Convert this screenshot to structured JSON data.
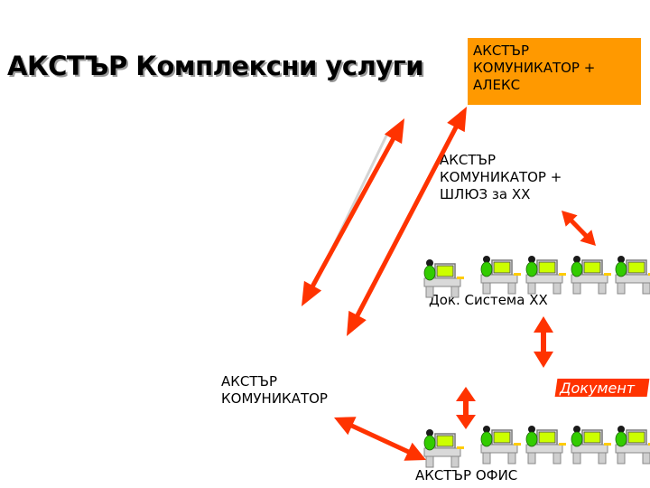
{
  "title": "АКСТЪР Комплексни услуги",
  "alex_box": [
    "АКСТЪР",
    "КОМУНИКАТОР +",
    "АЛЕКС"
  ],
  "gateway": [
    "АКСТЪР",
    "КОМУНИКАТОР +",
    "ШЛЮЗ за XX"
  ],
  "doc_system": "Док. Система XX",
  "communicator": [
    "АКСТЪР",
    "КОМУНИКАТОР"
  ],
  "document_badge": "Документ",
  "office": "АКСТЪР ОФИС",
  "colors": {
    "arrow": "#ff3300",
    "box": "#ff9900",
    "person": "#33cc00",
    "desk": "#d0d0d0",
    "monitor_screen": "#ccff00"
  }
}
